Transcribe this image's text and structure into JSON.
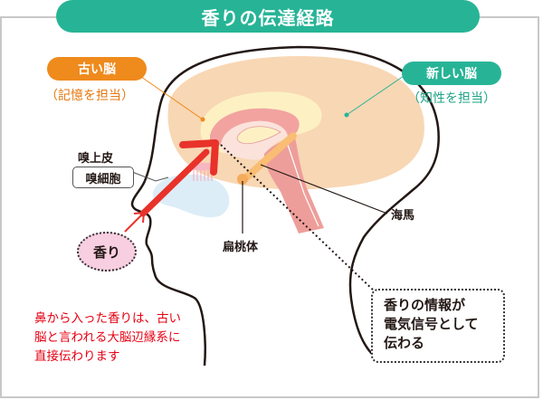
{
  "title": "香りの伝達経路",
  "old_brain": {
    "label": "古い脳",
    "role": "（記憶を担当）",
    "color": "#ef8a1c"
  },
  "new_brain": {
    "label": "新しい脳",
    "role": "（知性を担当）",
    "color": "#27b496"
  },
  "labels": {
    "olfactory_epithelium": "嗅上皮",
    "olfactory_cells": "嗅細胞",
    "amygdala": "扁桃体",
    "hippocampus": "海馬",
    "scent": "香り"
  },
  "note_red": {
    "lines": [
      "鼻から入った香りは、古い",
      "脳と言われる大脳辺縁系に",
      "直接伝わります"
    ],
    "color": "#e60012"
  },
  "note_box": {
    "lines": [
      "香りの情報が",
      "電気信号として",
      "伝わる"
    ]
  },
  "colors": {
    "title_bg": "#27b496",
    "arrow": "#e8322a",
    "neocortex": "#f8d7b4",
    "limbic": "#fdf1c3",
    "limbic_ring": "#f2a3a0",
    "nasal": "#dcedf7"
  }
}
